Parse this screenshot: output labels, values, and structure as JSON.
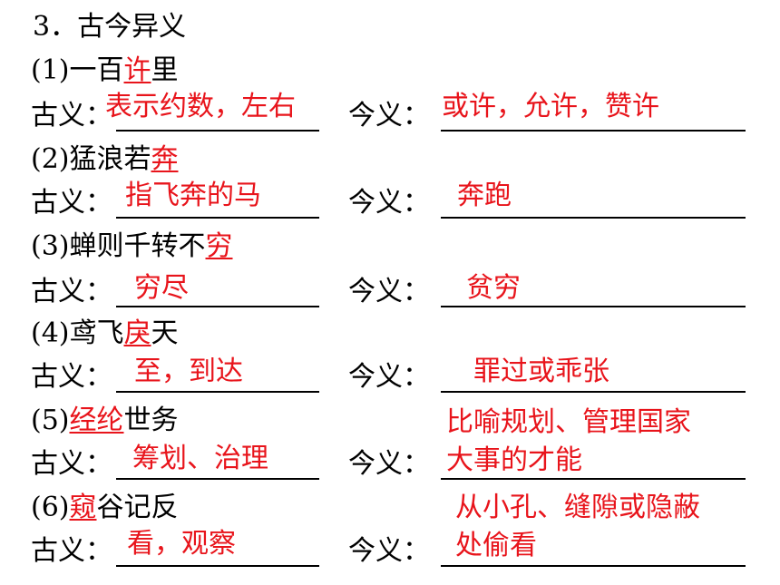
{
  "heading": "3．古今异义",
  "labels": {
    "ancient": "古义：",
    "modern": "今义："
  },
  "items": [
    {
      "num": "(1)",
      "pre": "一百",
      "key": "许",
      "post": "里",
      "ancient": "表示约数，左右",
      "modern": [
        "或许，允许，赞许"
      ]
    },
    {
      "num": "(2)",
      "pre": "猛浪若",
      "key": "奔",
      "post": "",
      "ancient": "指飞奔的马",
      "modern": [
        "奔跑"
      ]
    },
    {
      "num": "(3)",
      "pre": "蝉则千转不",
      "key": "穷",
      "post": "",
      "ancient": "穷尽",
      "modern": [
        "贫穷"
      ]
    },
    {
      "num": "(4)",
      "pre": "鸢飞",
      "key": "戾",
      "post": "天",
      "ancient": "至，到达",
      "modern": [
        "罪过或乖张"
      ]
    },
    {
      "num": "(5)",
      "pre": "",
      "key": "经纶",
      "post": "世务",
      "ancient": "筹划、治理",
      "modern": [
        "比喻规划、管理国家",
        "大事的才能"
      ]
    },
    {
      "num": "(6)",
      "pre": "",
      "key": "窥",
      "post": "谷记反",
      "ancient": "看，观察",
      "modern": [
        "从小孔、缝隙或隐蔽",
        "处偷看"
      ]
    }
  ],
  "colors": {
    "answer": "#e8141b",
    "text": "#000000"
  }
}
